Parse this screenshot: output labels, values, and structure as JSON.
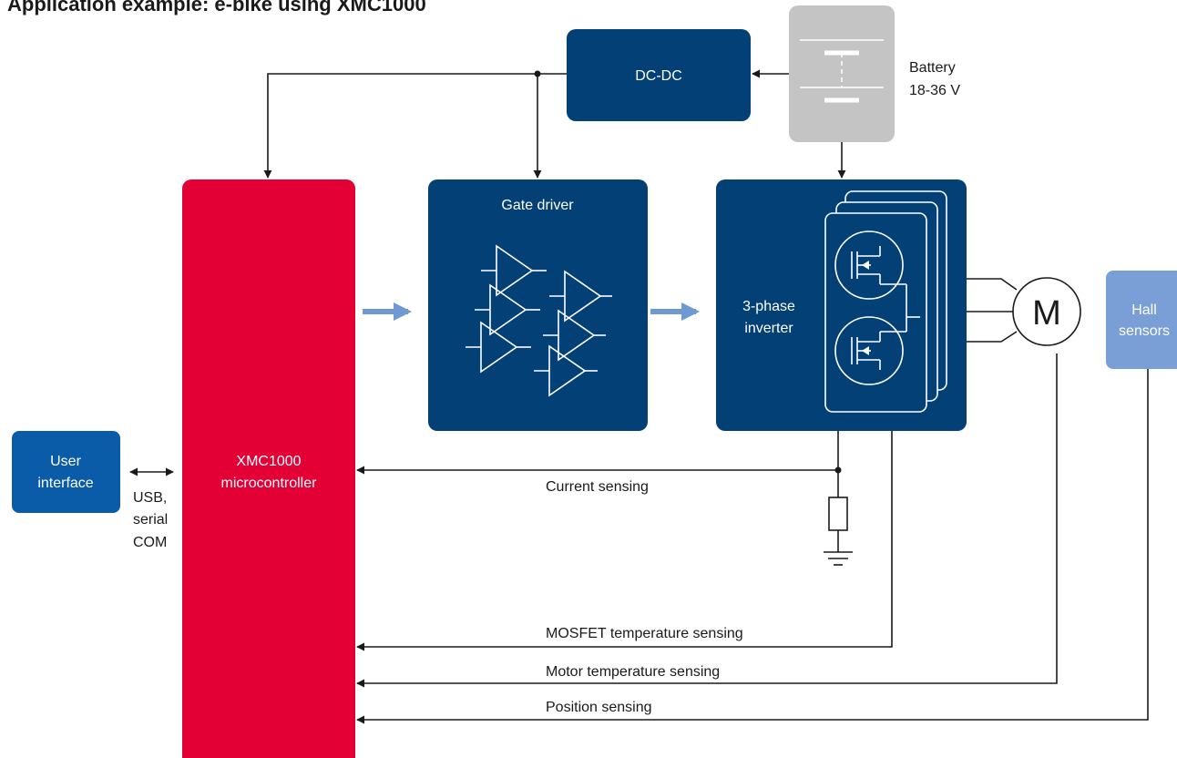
{
  "heading": "Application example: e-bike using XMC1000",
  "blocks": {
    "dcdc": "DC-DC",
    "battery": {
      "name": "Battery",
      "voltage": "18-36 V"
    },
    "gate_driver": "Gate driver",
    "inverter": {
      "line1": "3-phase",
      "line2": "inverter"
    },
    "motor": "M",
    "hall": {
      "line1": "Hall",
      "line2": "sensors"
    },
    "mcu": {
      "line1": "XMC1000",
      "line2": "microcontroller"
    },
    "ui": {
      "line1": "User",
      "line2": "interface"
    }
  },
  "link_labels": {
    "usb": {
      "line1": "USB,",
      "line2": "serial",
      "line3": "COM"
    },
    "current": "Current sensing",
    "mosfet_temp": "MOSFET temperature sensing",
    "motor_temp": "Motor temperature sensing",
    "position": "Position sensing"
  },
  "colors": {
    "navy": "#034076",
    "red": "#e30034",
    "ui_blue": "#0a5ca8",
    "hall_blue": "#7a9fd6",
    "battery_grey": "#c4c4c4",
    "arrow_blue": "#6f99d3",
    "line": "#1a1a1a"
  }
}
